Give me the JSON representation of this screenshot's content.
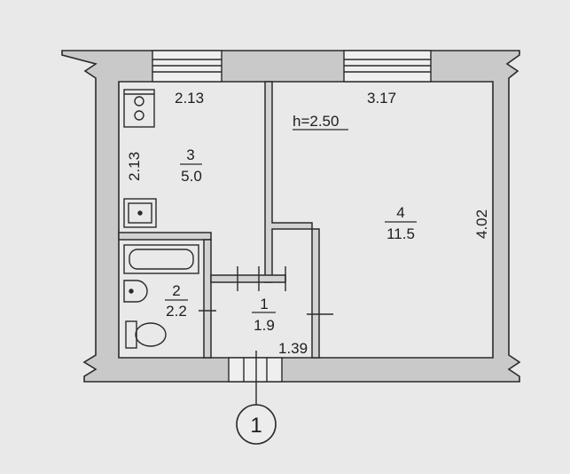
{
  "plan": {
    "height_note": "h=2.50",
    "dims": {
      "kitchen_width": "2.13",
      "kitchen_depth": "2.13",
      "room_width": "3.17",
      "room_depth": "4.02",
      "hall_width": "1.39"
    },
    "rooms": [
      {
        "number": "3",
        "area": "5.0"
      },
      {
        "number": "4",
        "area": "11.5"
      },
      {
        "number": "2",
        "area": "2.2"
      },
      {
        "number": "1",
        "area": "1.9"
      }
    ],
    "axis_label": "1"
  },
  "colors": {
    "paper": "#e9e9e9",
    "wall": "#c8c8c8",
    "line": "#2a2a2a"
  }
}
